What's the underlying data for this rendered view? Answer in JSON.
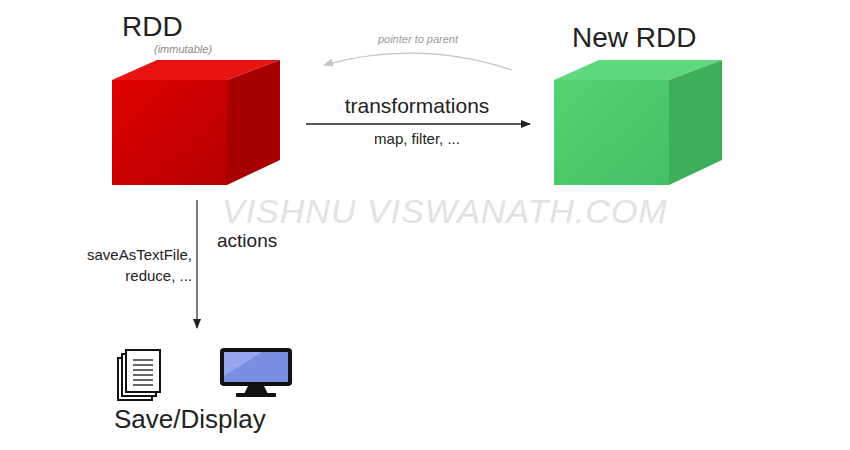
{
  "diagram": {
    "nodes": [
      {
        "text": [
          "RDD",
          "(immutable)"
        ]
      },
      {
        "text": [
          "New RDD"
        ]
      },
      {
        "text": [
          "Save/Display"
        ]
      }
    ],
    "edges": [
      {
        "from": 0,
        "to": 1,
        "label": "transformations",
        "arrow": "to"
      },
      {
        "from": 1,
        "to": 0,
        "label": "pointer to parent",
        "arrow": "to"
      },
      {
        "from": 0,
        "to": 2,
        "label": "actions",
        "arrow": "to"
      }
    ],
    "labels": [
      "map, filter, ...",
      "saveAsTextFile, reduce, ...",
      "VISHNU VISWANATH.COM"
    ]
  }
}
